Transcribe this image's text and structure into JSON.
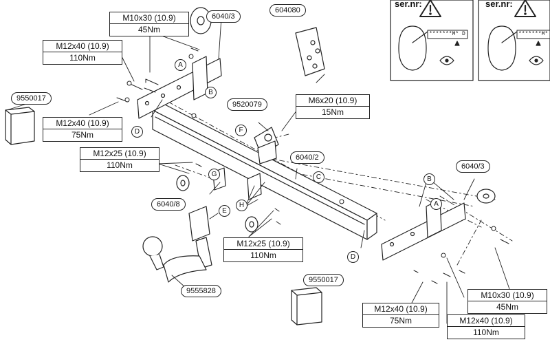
{
  "specs": {
    "m10x30_top": {
      "size": "M10x30 (10.9)",
      "torque": "45Nm"
    },
    "m12x40_110_left": {
      "size": "M12x40 (10.9)",
      "torque": "110Nm"
    },
    "m12x40_75_left": {
      "size": "M12x40 (10.9)",
      "torque": "75Nm"
    },
    "m12x25_110_top": {
      "size": "M12x25 (10.9)",
      "torque": "110Nm"
    },
    "m6x20_15": {
      "size": "M6x20 (10.9)",
      "torque": "15Nm"
    },
    "m12x25_110_mid": {
      "size": "M12x25 (10.9)",
      "torque": "110Nm"
    },
    "m10x30_right": {
      "size": "M10x30 (10.9)",
      "torque": "45Nm"
    },
    "m12x40_75_right": {
      "size": "M12x40 (10.9)",
      "torque": "75Nm"
    },
    "m12x40_110_right": {
      "size": "M12x40 (10.9)",
      "torque": "110Nm"
    }
  },
  "parts": {
    "p6040_3_top": "6040/3",
    "p604080": "604080",
    "p9550017_left": "9550017",
    "p9520079": "9520079",
    "p6040_2": "6040/2",
    "p6040_3_right": "6040/3",
    "p6040_8": "6040/8",
    "p9555828": "9555828",
    "p9550017_bottom": "9550017"
  },
  "letters": {
    "a": "A",
    "b": "B",
    "c": "C",
    "d": "D",
    "e": "E",
    "f": "F",
    "g": "G",
    "h": "H"
  },
  "warning": {
    "label": "ser.nr:",
    "code_left": "*******M* D",
    "code_right": "*******M* E"
  }
}
